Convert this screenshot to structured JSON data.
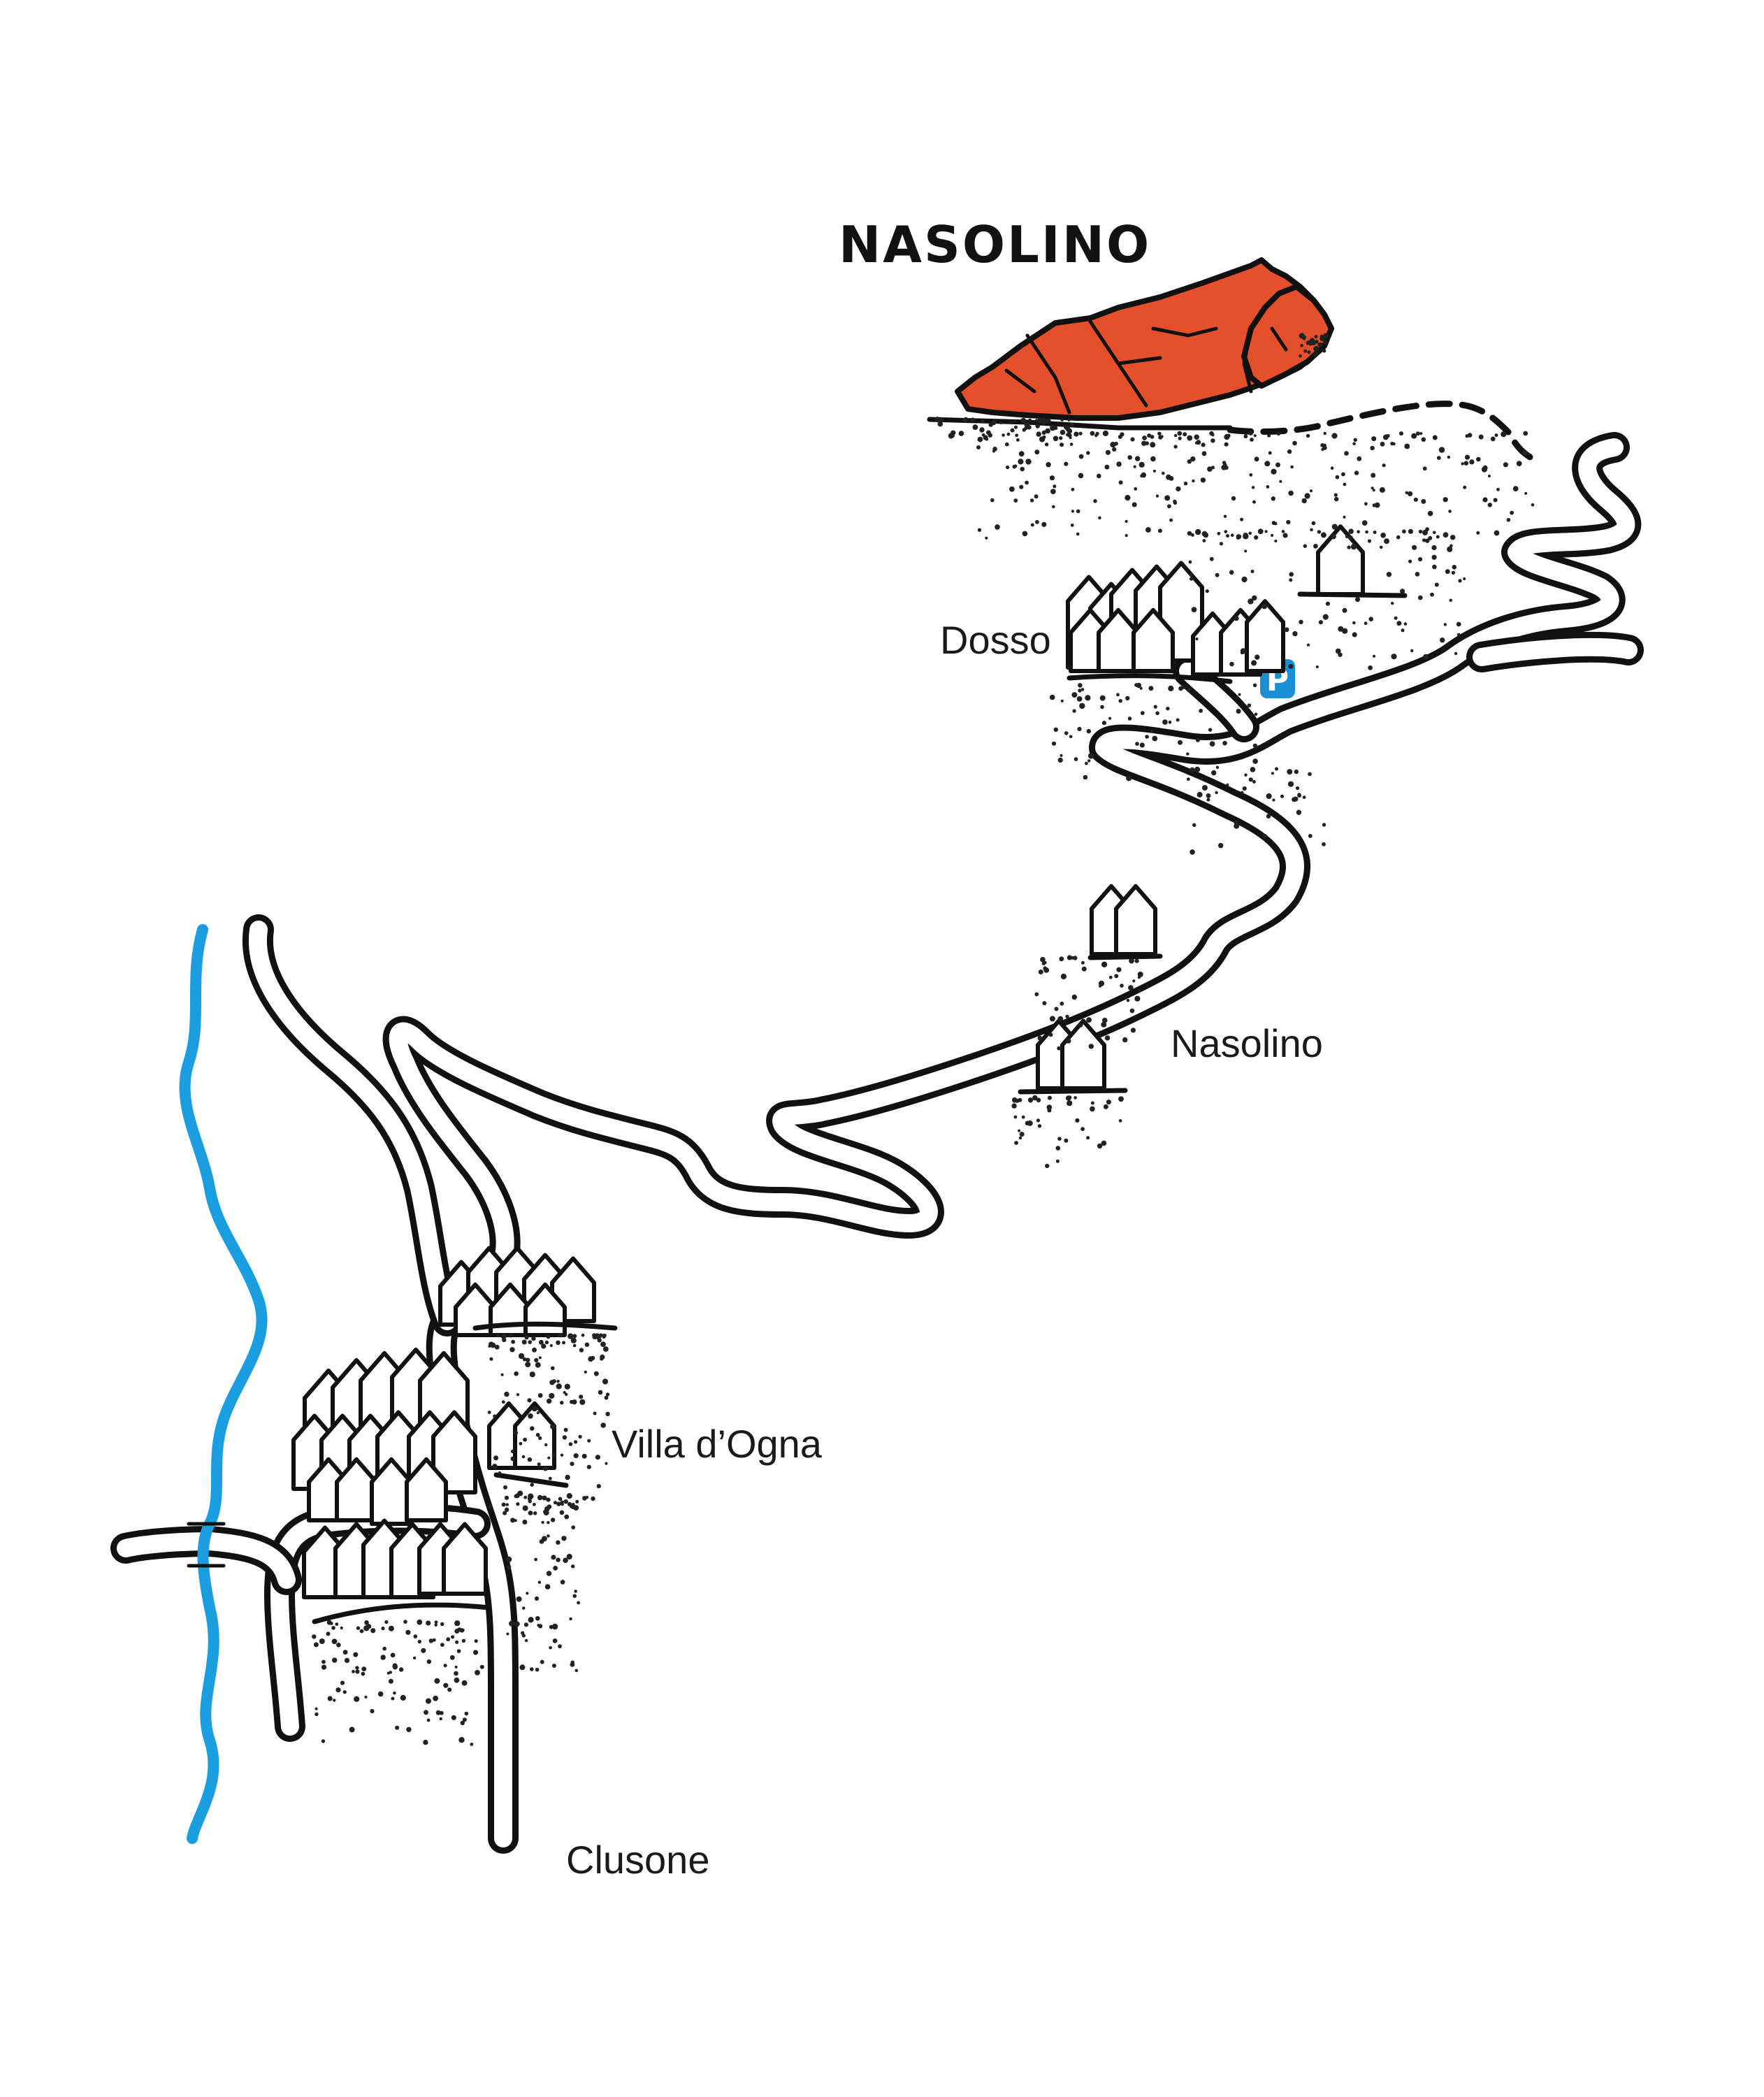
{
  "title": "NASOLINO",
  "places": {
    "dosso": "Dosso",
    "nasolino": "Nasolino",
    "villa_dogna": "Villa d’Ogna",
    "clusone": "Clusone"
  },
  "parking": {
    "label": "P",
    "icon": "parking-icon"
  },
  "colors": {
    "rock": "#e4502c",
    "river": "#1a9ee0",
    "parking": "#1a8fd6",
    "road": "#111111"
  }
}
